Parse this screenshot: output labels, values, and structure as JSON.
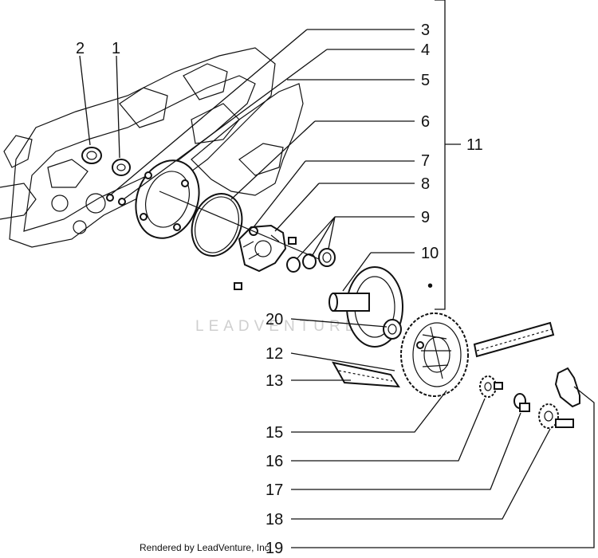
{
  "callouts": [
    {
      "id": "1",
      "label": "1"
    },
    {
      "id": "2",
      "label": "2"
    },
    {
      "id": "3",
      "label": "3"
    },
    {
      "id": "4",
      "label": "4"
    },
    {
      "id": "5",
      "label": "5"
    },
    {
      "id": "6",
      "label": "6"
    },
    {
      "id": "7",
      "label": "7"
    },
    {
      "id": "8",
      "label": "8"
    },
    {
      "id": "9",
      "label": "9"
    },
    {
      "id": "10",
      "label": "10"
    },
    {
      "id": "11",
      "label": "11"
    },
    {
      "id": "12",
      "label": "12"
    },
    {
      "id": "13",
      "label": "13"
    },
    {
      "id": "15",
      "label": "15"
    },
    {
      "id": "16",
      "label": "16"
    },
    {
      "id": "17",
      "label": "17"
    },
    {
      "id": "18",
      "label": "18"
    },
    {
      "id": "19",
      "label": "19"
    },
    {
      "id": "20",
      "label": "20"
    }
  ],
  "marker_dot": "•",
  "watermark": "LEADVENTURE",
  "credit": "Rendered by LeadVenture, Inc."
}
